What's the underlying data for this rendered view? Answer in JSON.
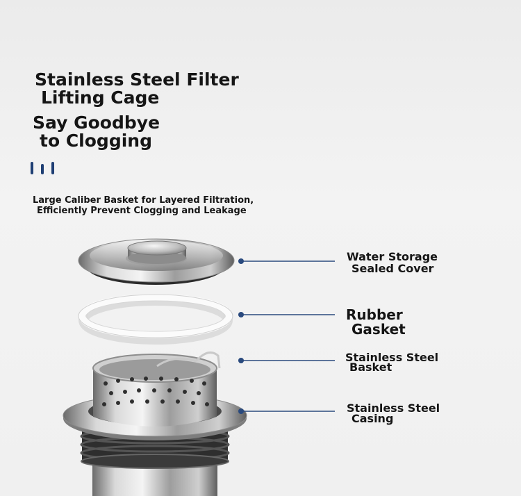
{
  "headline": {
    "line1": "Stainless Steel Filter",
    "line2": "Lifting Cage"
  },
  "slogan": {
    "line1": "Say Goodbye",
    "line2": "to Clogging"
  },
  "subtitle": {
    "line1": "Large Caliber Basket for Layered Filtration,",
    "line2": "Efficiently Prevent Clogging and Leakage"
  },
  "parts": {
    "cover": {
      "line1": "Water Storage",
      "line2": "Sealed Cover"
    },
    "gasket": {
      "line1": "Rubber",
      "line2": "Gasket"
    },
    "basket": {
      "line1": "Stainless Steel",
      "line2": "Basket"
    },
    "casing": {
      "line1": "Stainless Steel",
      "line2": "Casing"
    }
  },
  "colors": {
    "accent": "#1f3f74",
    "leader": "#2a4a7e"
  }
}
